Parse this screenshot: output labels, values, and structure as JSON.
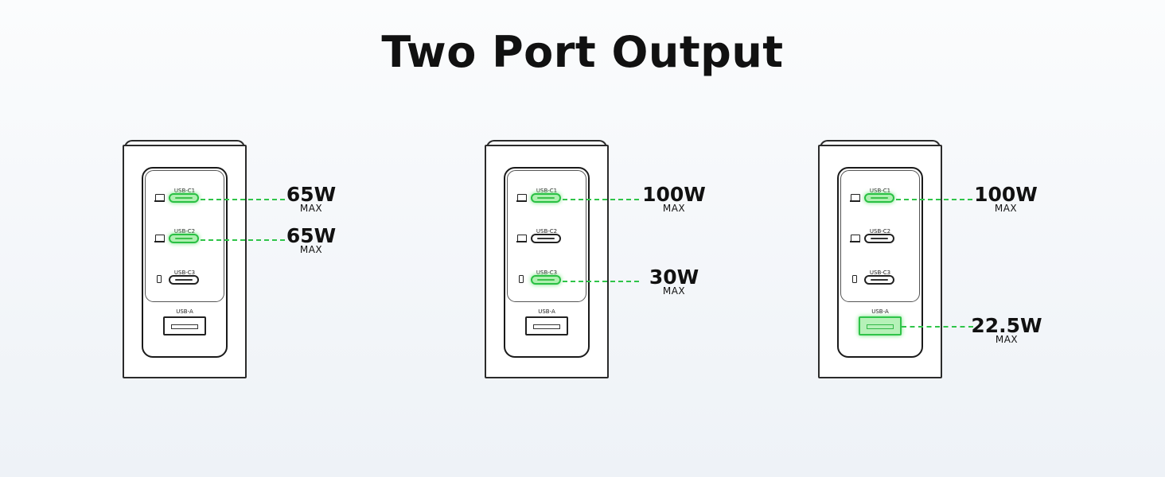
{
  "title": "Two Port Output",
  "port_labels": {
    "c1": "USB-C1",
    "c2": "USB-C2",
    "c3": "USB-C3",
    "a": "USB-A"
  },
  "max_label": "MAX",
  "accent_color": "#2fc449",
  "icons": {
    "c1": "laptop-icon",
    "c2": "laptop-icon",
    "c3": "phone-icon"
  },
  "configs": [
    {
      "active_ports": [
        "USB-C1",
        "USB-C2"
      ],
      "outputs": [
        {
          "port": "USB-C1",
          "watts": "65W"
        },
        {
          "port": "USB-C2",
          "watts": "65W"
        }
      ]
    },
    {
      "active_ports": [
        "USB-C1",
        "USB-C3"
      ],
      "outputs": [
        {
          "port": "USB-C1",
          "watts": "100W"
        },
        {
          "port": "USB-C3",
          "watts": "30W"
        }
      ]
    },
    {
      "active_ports": [
        "USB-C1",
        "USB-A"
      ],
      "outputs": [
        {
          "port": "USB-C1",
          "watts": "100W"
        },
        {
          "port": "USB-A",
          "watts": "22.5W"
        }
      ]
    }
  ]
}
